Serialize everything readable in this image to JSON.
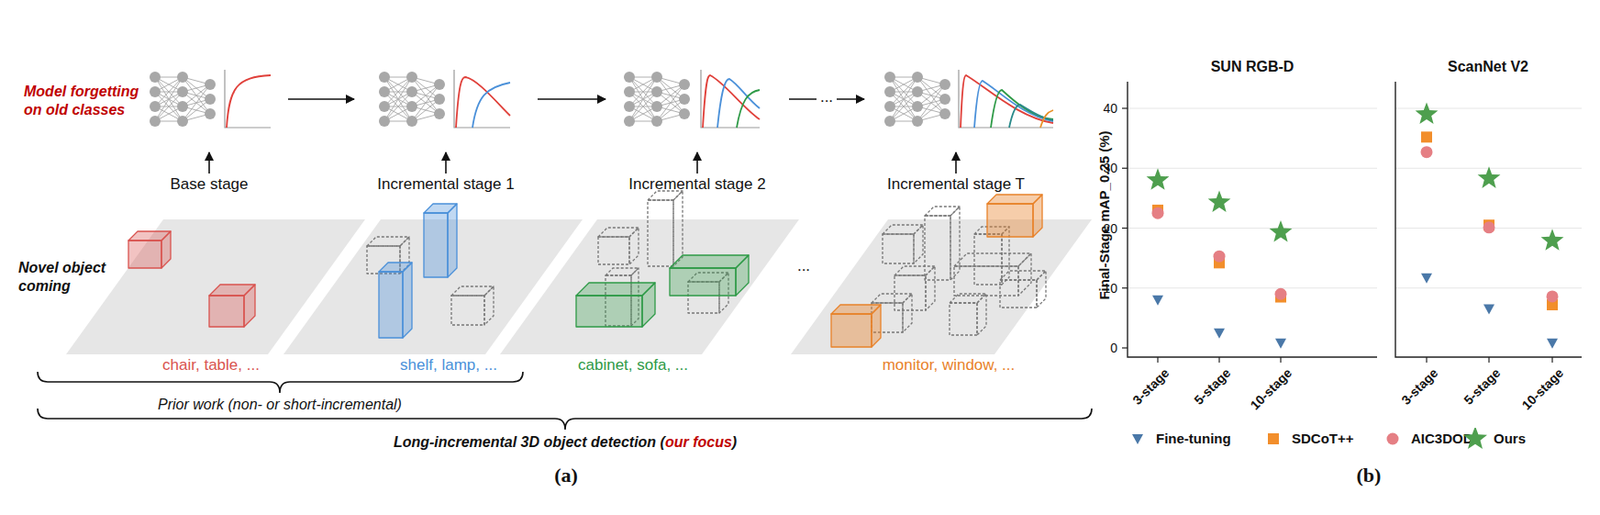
{
  "diagram": {
    "nodes": [
      {
        "text": [
          "Base stage"
        ]
      },
      {
        "text": [
          "Incremental stage 1"
        ]
      },
      {
        "text": [
          "Incremental stage 2"
        ]
      },
      {
        "text": [
          "Incremental stage T"
        ]
      },
      {
        "text": [
          "SUN RGB-D"
        ]
      },
      {
        "text": [
          "ScanNet V2"
        ]
      }
    ],
    "edges": [
      {
        "from": 0,
        "to": 1,
        "arrow": "to"
      },
      {
        "from": 1,
        "to": 2,
        "arrow": "to"
      },
      {
        "from": 2,
        "to": 3,
        "label": "...",
        "arrow": "to"
      }
    ],
    "labels": [
      "Model forgetting on old classes",
      "Novel object coming",
      "chair, table, ...",
      "shelf, lamp, ...",
      "cabinet, sofa, ...",
      "monitor, window, ...",
      "...",
      "Prior work (non- or short-incremental)",
      "Long-incremental 3D object detection (",
      "our focus",
      ")",
      "(a)",
      "Final-Stage mAP_0.25 (%)",
      "0",
      "10",
      "20",
      "30",
      "40",
      "3-stage",
      "5-stage",
      "10-stage",
      "3-stage",
      "5-stage",
      "10-stage",
      "(b)"
    ],
    "legend": [
      {
        "text": "Fine-tuning"
      },
      {
        "text": "SDCoT++"
      },
      {
        "text": "AIC3DOD"
      },
      {
        "text": "Ours"
      }
    ]
  }
}
